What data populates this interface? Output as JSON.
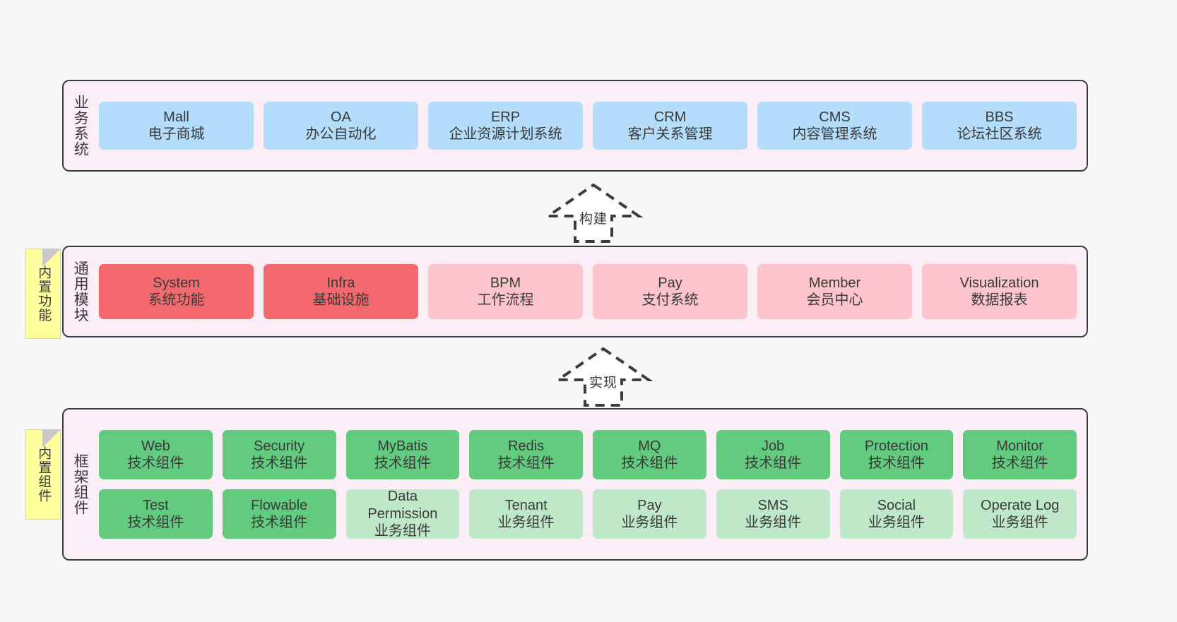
{
  "diagram": {
    "background_color": "#f7f7f7",
    "band_fill": "#fbeef7",
    "band_border": "#3c3c3c",
    "sticky_color": "#ffff9e"
  },
  "layers": {
    "business": {
      "title": "业务系统",
      "card_color": "#b3ddfb",
      "cards": [
        {
          "name": "Mall",
          "sub": "电子商城"
        },
        {
          "name": "OA",
          "sub": "办公自动化"
        },
        {
          "name": "ERP",
          "sub": "企业资源计划系统"
        },
        {
          "name": "CRM",
          "sub": "客户关系管理"
        },
        {
          "name": "CMS",
          "sub": "内容管理系统"
        },
        {
          "name": "BBS",
          "sub": "论坛社区系统"
        }
      ]
    },
    "common": {
      "title": "通用模块",
      "sticky": "内置功能",
      "card_color_primary": "#f3696e",
      "card_color_secondary": "#fcc4cc",
      "cards": [
        {
          "name": "System",
          "sub": "系统功能",
          "style": "c-red"
        },
        {
          "name": "Infra",
          "sub": "基础设施",
          "style": "c-red"
        },
        {
          "name": "BPM",
          "sub": "工作流程",
          "style": "c-pink"
        },
        {
          "name": "Pay",
          "sub": "支付系统",
          "style": "c-pink"
        },
        {
          "name": "Member",
          "sub": "会员中心",
          "style": "c-pink"
        },
        {
          "name": "Visualization",
          "sub": "数据报表",
          "style": "c-pink"
        }
      ]
    },
    "framework": {
      "title": "框架组件",
      "sticky": "内置组件",
      "card_color_tech": "#63cb7f",
      "card_color_biz": "#bfe8c9",
      "row_tech": [
        {
          "name": "Web",
          "sub": "技术组件",
          "style": "c-green"
        },
        {
          "name": "Security",
          "sub": "技术组件",
          "style": "c-green"
        },
        {
          "name": "MyBatis",
          "sub": "技术组件",
          "style": "c-green"
        },
        {
          "name": "Redis",
          "sub": "技术组件",
          "style": "c-green"
        },
        {
          "name": "MQ",
          "sub": "技术组件",
          "style": "c-green"
        },
        {
          "name": "Job",
          "sub": "技术组件",
          "style": "c-green"
        },
        {
          "name": "Protection",
          "sub": "技术组件",
          "style": "c-green"
        },
        {
          "name": "Monitor",
          "sub": "技术组件",
          "style": "c-green"
        }
      ],
      "row_biz": [
        {
          "name": "Test",
          "sub": "技术组件",
          "style": "c-green"
        },
        {
          "name": "Flowable",
          "sub": "技术组件",
          "style": "c-green"
        },
        {
          "name": "Data",
          "name2": "Permission",
          "sub": "业务组件",
          "style": "c-green-light"
        },
        {
          "name": "Tenant",
          "sub": "业务组件",
          "style": "c-green-light"
        },
        {
          "name": "Pay",
          "sub": "业务组件",
          "style": "c-green-light"
        },
        {
          "name": "SMS",
          "sub": "业务组件",
          "style": "c-green-light"
        },
        {
          "name": "Social",
          "sub": "业务组件",
          "style": "c-green-light"
        },
        {
          "name": "Operate Log",
          "sub": "业务组件",
          "style": "c-green-light"
        }
      ]
    }
  },
  "arrows": [
    {
      "id": "build",
      "label": "构建",
      "direction": "up",
      "style": "dashed-hollow"
    },
    {
      "id": "implement",
      "label": "实现",
      "direction": "up",
      "style": "dashed-hollow"
    }
  ]
}
